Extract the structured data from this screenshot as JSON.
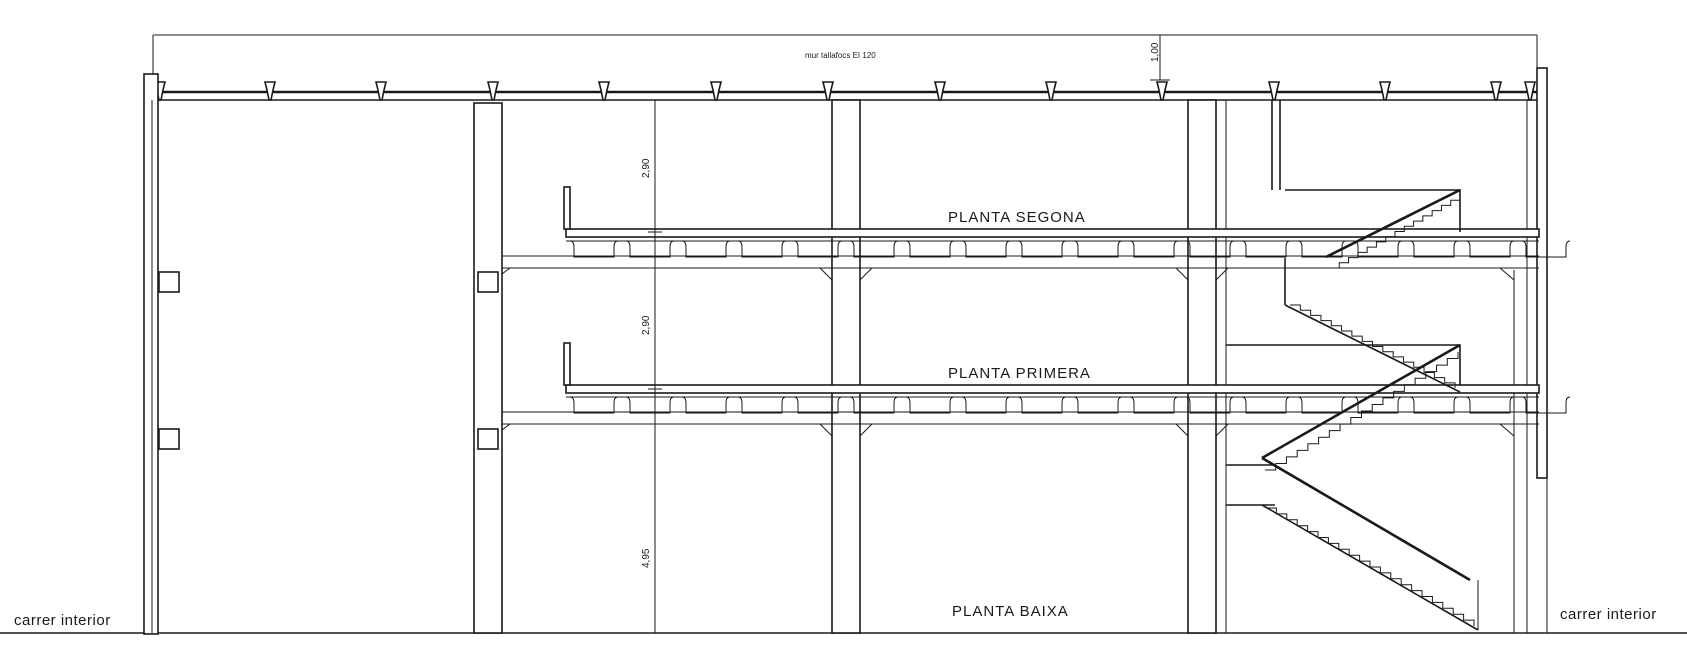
{
  "drawing": {
    "labels": {
      "firewall": "mur tallafocs EI 120",
      "roof_offset": "1,00",
      "floor_2": "PLANTA SEGONA",
      "floor_1": "PLANTA PRIMERA",
      "ground_floor": "PLANTA BAIXA",
      "street_left": "carrer interior",
      "street_right": "carrer interior"
    },
    "dimensions": {
      "upper_height": "2,90",
      "middle_height": "2,90",
      "ground_height": "4,95"
    }
  }
}
